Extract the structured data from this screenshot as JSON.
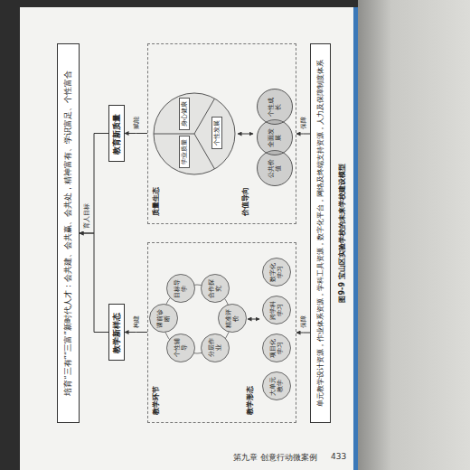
{
  "diagram": {
    "caption": "图9-9 宝山区实验学校的未来学校建设模型",
    "nodes": [
      {
        "text": [
          "培育“三有”“三富”新时代人才：会共建、会共赢、会共处，精神富有、学识富足、个性富合"
        ]
      },
      {
        "text": [
          "教学新样态"
        ]
      },
      {
        "text": [
          "教育新质量"
        ]
      },
      {
        "text": [
          "教学环节",
          "教学形态"
        ]
      },
      {
        "text": [
          "课前诊断"
        ],
        "in": 3
      },
      {
        "text": [
          "目标导学"
        ],
        "in": 3
      },
      {
        "text": [
          "合作探究"
        ],
        "in": 3
      },
      {
        "text": [
          "精准评价"
        ],
        "in": 3
      },
      {
        "text": [
          "分层作业"
        ],
        "in": 3
      },
      {
        "text": [
          "个性辅导"
        ],
        "in": 3
      },
      {
        "text": [
          "大单元教学"
        ],
        "in": 3
      },
      {
        "text": [
          "项目化学习"
        ],
        "in": 3
      },
      {
        "text": [
          "跨学科学习"
        ],
        "in": 3
      },
      {
        "text": [
          "数字化学习"
        ],
        "in": 3
      },
      {
        "text": [
          "质量生态",
          "价值导向"
        ]
      },
      {
        "text": [
          "学业质量"
        ],
        "in": 14
      },
      {
        "text": [
          "身心健康"
        ],
        "in": 14
      },
      {
        "text": [
          "个性发展"
        ],
        "in": 14
      },
      {
        "text": [
          "公共价值"
        ],
        "in": 14
      },
      {
        "text": [
          "全面发展"
        ],
        "in": 14
      },
      {
        "text": [
          "个性成长"
        ],
        "in": 14
      },
      {
        "text": [
          "单元教学设计资源，作业体系资源，学科工具资源，数字化平台，网络及终端支持资源，人力及保障制度体系"
        ]
      }
    ],
    "edges": [
      {
        "from": 1,
        "to": 0,
        "arrow": "to",
        "label": "育人目标"
      },
      {
        "from": 2,
        "to": 0,
        "arrow": "to"
      },
      {
        "from": 3,
        "to": 1,
        "arrow": "to",
        "label": "构建"
      },
      {
        "from": 14,
        "to": 2,
        "arrow": "to",
        "label": "赋能"
      },
      {
        "from": 21,
        "to": 3,
        "arrow": "to",
        "label": "保障"
      },
      {
        "from": 21,
        "to": 14,
        "arrow": "to",
        "label": "保障"
      }
    ],
    "labels": [
      "第九章 创意行动微案例",
      "433"
    ]
  }
}
